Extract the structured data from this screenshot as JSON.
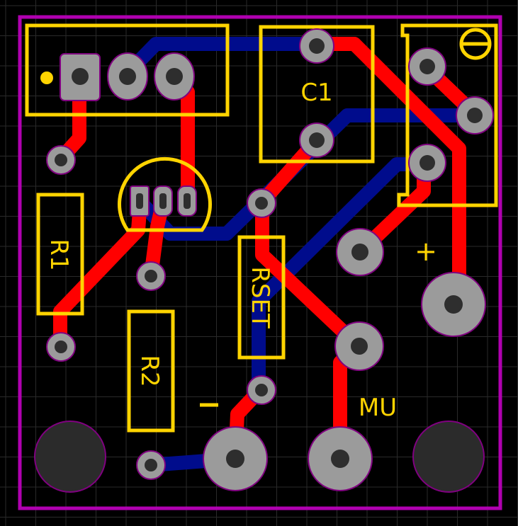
{
  "board": {
    "colors": {
      "background": "#000000",
      "grid": "#2a2a2a",
      "outline": "#B000B0",
      "silkscreen": "#FFD400",
      "top_copper": "#FF0000",
      "bottom_copper": "#000C8C",
      "pad_fill": "#9B9B9B",
      "pad_hole": "#2E2E2E",
      "mounting_hole": "#2B2B2B"
    },
    "labels": {
      "c1": "C1",
      "r1": "R1",
      "r2": "R2",
      "rset": "RSET",
      "plus": "+",
      "minus": "−",
      "mu": "MU"
    },
    "icons": {
      "pin1_marker": "dot-icon",
      "pot_symbol": "circle-line-icon"
    }
  }
}
